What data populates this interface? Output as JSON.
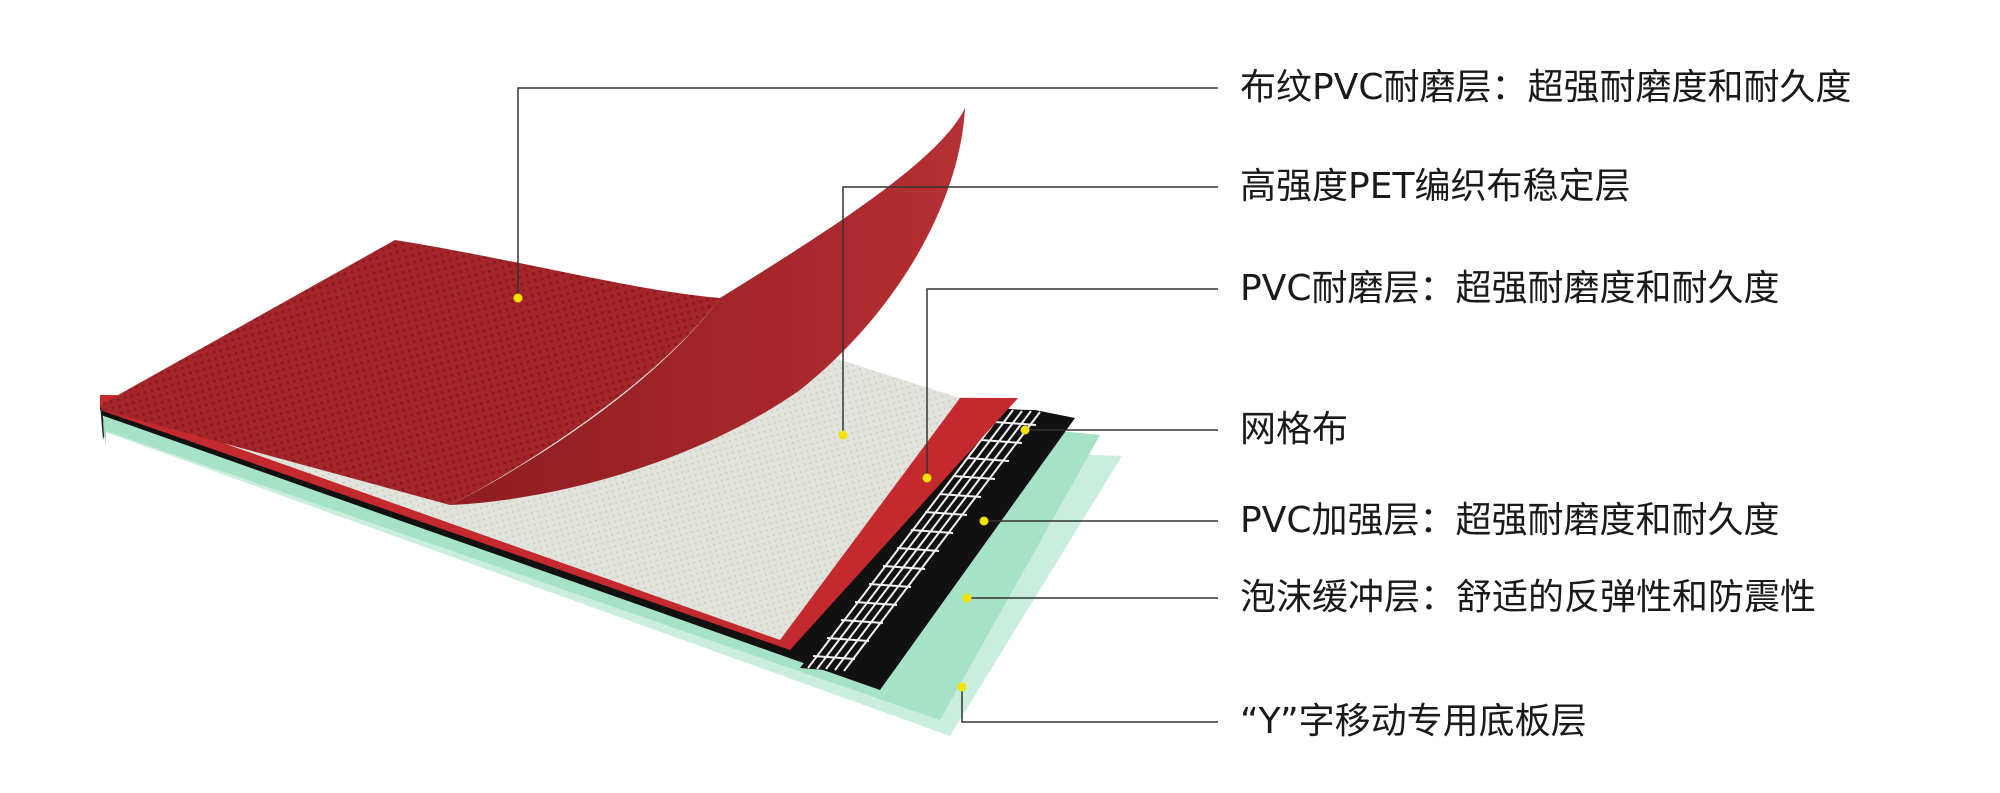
{
  "colors": {
    "top_layer": "#a4262b",
    "pet_layer": "#e3e3de",
    "pvc_layer": "#c4292d",
    "grid_layer": "#111111",
    "foam_layer": "#a6e2c6",
    "base_layer": "#c9eedd",
    "marker_dot": "#f4e100",
    "leader_line": "#333333"
  },
  "layers": [
    {
      "id": "fabric-pvc",
      "label": "布纹PVC耐磨层：超强耐磨度和耐久度"
    },
    {
      "id": "pet",
      "label": "高强度PET编织布稳定层"
    },
    {
      "id": "pvc-wear",
      "label": "PVC耐磨层：超强耐磨度和耐久度"
    },
    {
      "id": "grid",
      "label": "网格布"
    },
    {
      "id": "pvc-reinforce",
      "label": "PVC加强层：超强耐磨度和耐久度"
    },
    {
      "id": "foam",
      "label": "泡沫缓冲层：舒适的反弹性和防震性"
    },
    {
      "id": "base",
      "label": "“Y”字移动专用底板层"
    }
  ]
}
